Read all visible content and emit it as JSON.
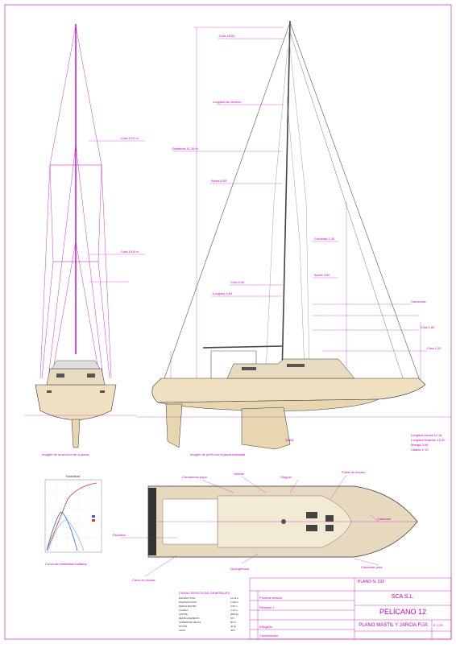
{
  "title_block": {
    "company": "SCA S.L.",
    "project": "PELÍCANO 12",
    "sheet_title": "PLANO MASTIL Y JARCIA FIJA",
    "plano_no": "PLANO N. 232",
    "scale": "E 1:25"
  },
  "captions": {
    "front_view": "Imagen de la sección de la jarcia",
    "side_view": "Imagen de perfil con la jarcia instalada",
    "curve_title": "Estabilidad"
  },
  "specs_heading": "CARACTERISTICAS GENERALES",
  "colors": {
    "line": "#c000c0",
    "hull": "#efe0c2",
    "keel": "#e8d6b0",
    "deck": "#e6d9bd",
    "dark": "#333333"
  }
}
